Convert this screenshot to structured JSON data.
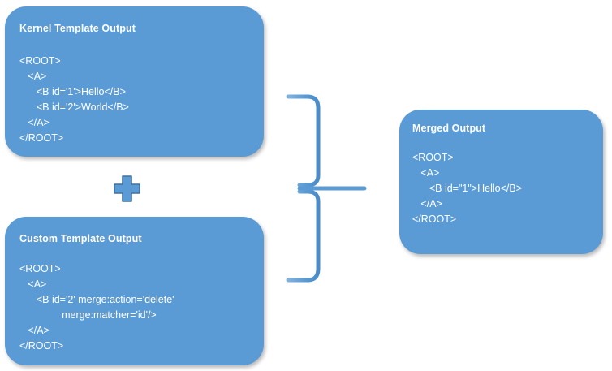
{
  "diagram": {
    "title": "XML template merge diagram",
    "accent_color": "#5B9BD5",
    "accent_border_color": "#41719C",
    "text_color": "#FFFFFF",
    "background_color": "#FFFFFF"
  },
  "panels": {
    "kernel": {
      "title": "Kernel Template Output",
      "code": "<ROOT>\n   <A>\n      <B id='1'>Hello</B>\n      <B id='2'>World</B>\n   </A>\n</ROOT>"
    },
    "custom": {
      "title": "Custom Template Output",
      "code": "<ROOT>\n   <A>\n      <B id='2' merge:action='delete'\n               merge:matcher='id'/>\n   </A>\n</ROOT>"
    },
    "merged": {
      "title": "Merged Output",
      "code": "<ROOT>\n   <A>\n      <B id=\"1\">Hello</B>\n   </A>\n</ROOT>"
    }
  },
  "connectors": {
    "plus": {
      "icon": "plus-icon",
      "symbol": "+",
      "meaning": "combine"
    },
    "brace": {
      "icon": "right-curly-brace-icon",
      "symbol": "}",
      "meaning": "merges into"
    }
  }
}
